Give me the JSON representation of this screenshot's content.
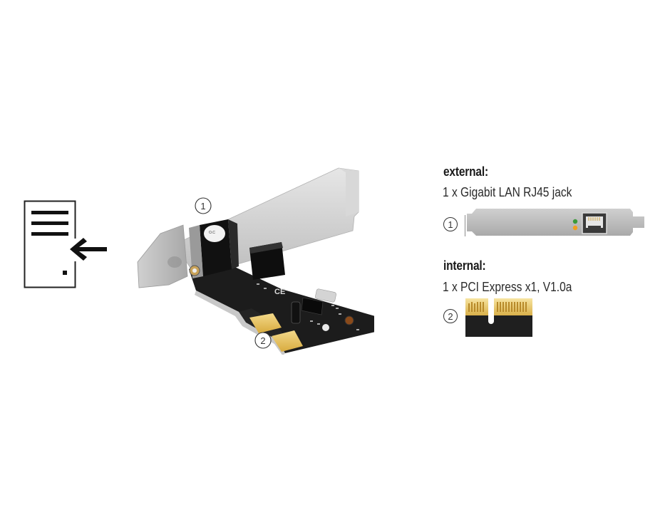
{
  "product_image": {
    "alt": "Gigabit LAN PCI Express x1 network card with low profile bracket",
    "callouts": [
      {
        "number": "1",
        "target": "RJ45 jack"
      },
      {
        "number": "2",
        "target": "PCIe x1 edge connector"
      }
    ]
  },
  "install_icon": {
    "name": "computer-tower-insert-icon",
    "meaning": "internal installation into PC"
  },
  "specs": {
    "external": {
      "heading": "external:",
      "description": "1 x Gigabit LAN RJ45 jack",
      "callout": "1"
    },
    "internal": {
      "heading": "internal:",
      "description": "1 x PCI Express x1, V1.0a",
      "callout": "2"
    }
  },
  "colors": {
    "led_green": "#3a9a3a",
    "led_orange": "#f0a020",
    "gold": "#e8c060",
    "pcb": "#1e1e1e",
    "bracket": "#c8c8c8"
  }
}
